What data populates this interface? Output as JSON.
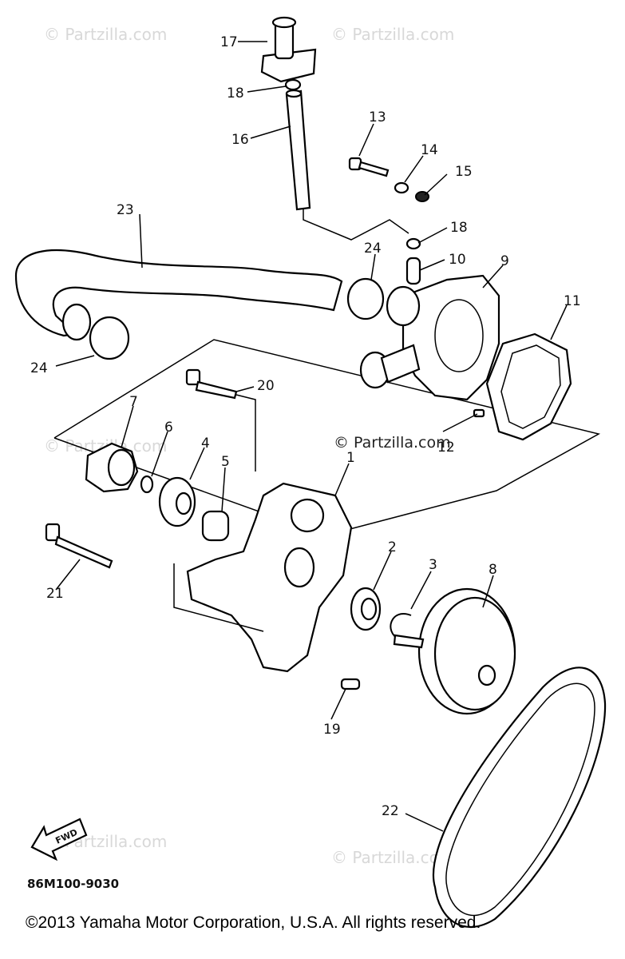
{
  "watermark": "© Partzilla.com",
  "diagram_code": "86M100-9030",
  "copyright": "©2013  Yamaha Motor Corporation, U.S.A. All rights reserved.",
  "forward_arrow_label": "FWD",
  "callouts": {
    "c1": "1",
    "c2": "2",
    "c3": "3",
    "c4": "4",
    "c5": "5",
    "c6": "6",
    "c7": "7",
    "c8": "8",
    "c9": "9",
    "c10": "10",
    "c11": "11",
    "c12": "12",
    "c13": "13",
    "c14": "14",
    "c15": "15",
    "c16": "16",
    "c17": "17",
    "c18a": "18",
    "c18b": "18",
    "c19": "19",
    "c20": "20",
    "c21": "21",
    "c22": "22",
    "c23": "23",
    "c24a": "24",
    "c24b": "24"
  },
  "icons": {
    "forward_arrow": "forward-arrow-icon"
  }
}
